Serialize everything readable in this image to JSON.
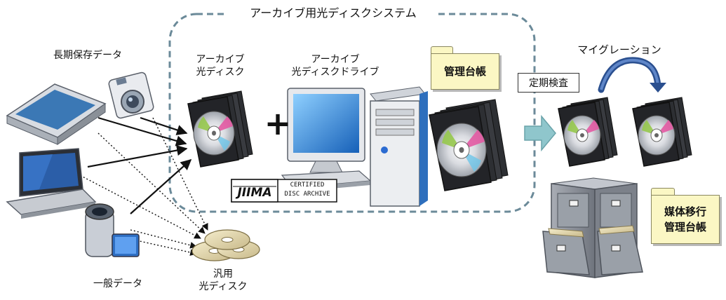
{
  "system_title": "アーカイブ用光ディスクシステム",
  "sources": {
    "long_term_label": "長期保存データ",
    "general_label": "一般データ"
  },
  "archive_disc": {
    "line1": "アーカイブ",
    "line2": "光ディスク"
  },
  "archive_drive": {
    "line1": "アーカイブ",
    "line2": "光ディスクドライブ"
  },
  "general_disc": {
    "line1": "汎用",
    "line2": "光ディスク"
  },
  "ledger_label": "管理台帳",
  "inspection_label": "定期検査",
  "migration_label": "マイグレーション",
  "media_ledger": {
    "line1": "媒体移行",
    "line2": "管理台帳"
  },
  "plus_sign": "+",
  "jiima_logo": {
    "brand": "JIIMA",
    "line1": "CERTIFIED",
    "line2": "DISC ARCHIVE"
  },
  "colors": {
    "system_border": "#6b8a99",
    "note_fill": "#fbf7c4",
    "arrow_fill": "#8fc6cc",
    "cabinet_gray": "#8a8f98",
    "monitor_blue": "#1e74c8"
  }
}
